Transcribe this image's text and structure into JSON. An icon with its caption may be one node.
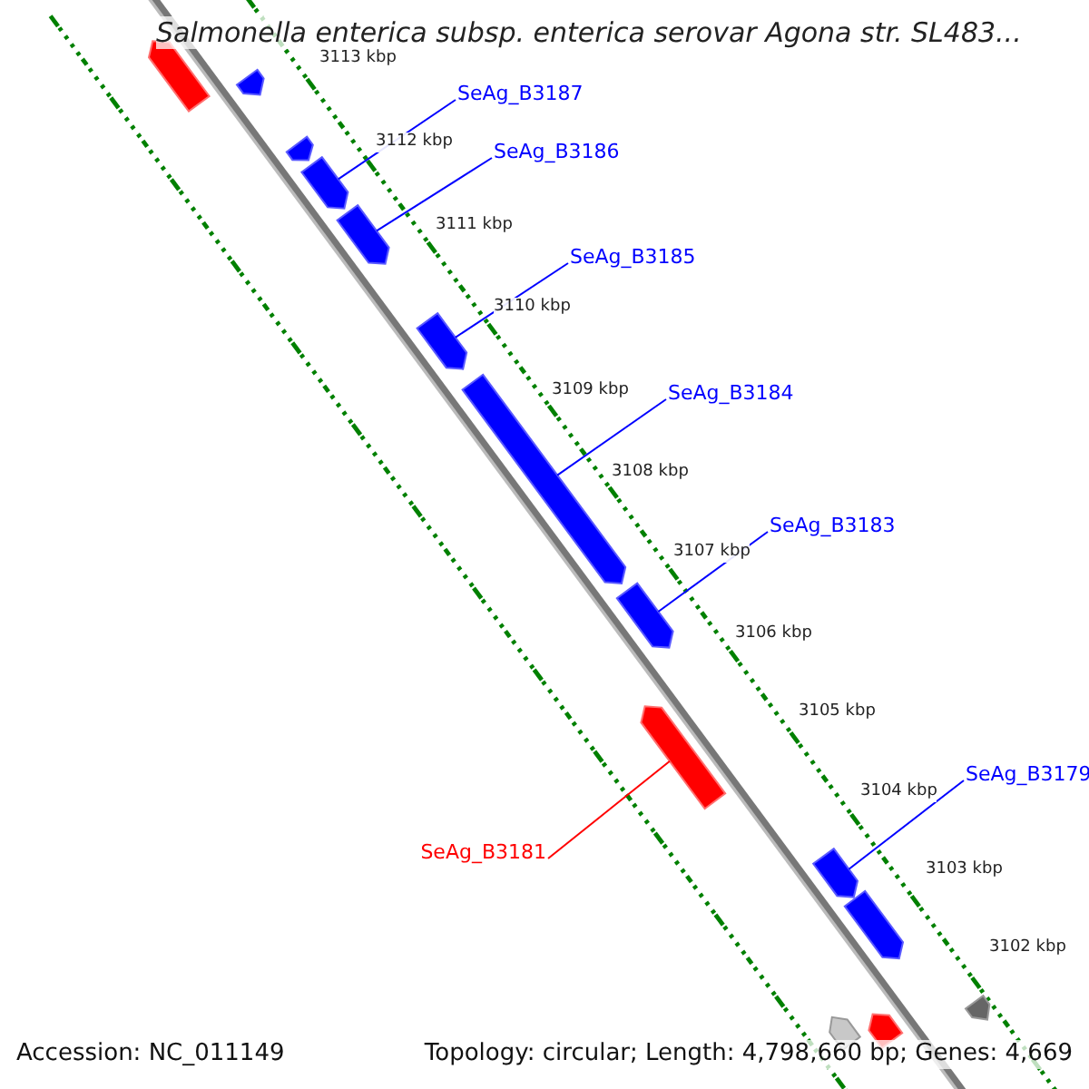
{
  "diagram": {
    "title": "Salmonella enterica subsp. enterica serovar Agona str. SL483...",
    "nodes": [
      {
        "text": [
          "SeAg_B3187"
        ]
      },
      {
        "text": [
          "SeAg_B3186"
        ]
      },
      {
        "text": [
          "SeAg_B3185"
        ]
      },
      {
        "text": [
          "SeAg_B3184"
        ]
      },
      {
        "text": [
          "SeAg_B3183"
        ]
      },
      {
        "text": [
          "SeAg_B3179"
        ]
      },
      {
        "text": [
          "SeAg_B3181"
        ]
      },
      {
        "text": [],
        "shape": "arrow"
      },
      {
        "text": [],
        "shape": "arrow"
      },
      {
        "text": [],
        "shape": "arrow"
      },
      {
        "text": [],
        "shape": "arrow"
      },
      {
        "text": [],
        "shape": "arrow"
      },
      {
        "text": [],
        "shape": "arrow"
      },
      {
        "text": [],
        "shape": "arrow"
      },
      {
        "text": [],
        "shape": "arrow"
      },
      {
        "text": [],
        "shape": "arrow"
      },
      {
        "text": [],
        "shape": "arrow"
      },
      {
        "text": [],
        "shape": "arrow"
      },
      {
        "text": [],
        "shape": "arrow"
      },
      {
        "text": [],
        "shape": "arrow"
      },
      {
        "text": [],
        "shape": "arrow"
      }
    ],
    "edges": [
      {
        "from": 0,
        "to": 10,
        "arrow": "none"
      },
      {
        "from": 1,
        "to": 11,
        "arrow": "none"
      },
      {
        "from": 2,
        "to": 12,
        "arrow": "none"
      },
      {
        "from": 3,
        "to": 13,
        "arrow": "none"
      },
      {
        "from": 4,
        "to": 14,
        "arrow": "none"
      },
      {
        "from": 5,
        "to": 16,
        "arrow": "none"
      },
      {
        "from": 6,
        "to": 15,
        "arrow": "none",
        "color": "#ff0000"
      }
    ],
    "labels": [
      "3113 kbp",
      "3112 kbp",
      "3111 kbp",
      "3110 kbp",
      "3109 kbp",
      "3108 kbp",
      "3107 kbp",
      "3106 kbp",
      "3105 kbp",
      "3104 kbp",
      "3103 kbp",
      "3102 kbp",
      "Accession: NC_011149",
      "Topology: circular; Length: 4,798,660 bp; Genes: 4,669"
    ]
  }
}
